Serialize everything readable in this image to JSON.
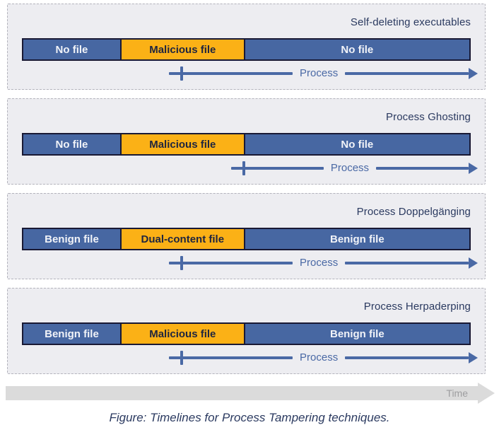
{
  "colors": {
    "panel_bg": "#EDEDF1",
    "panel_border": "#B3B3BC",
    "blue": "#4767A2",
    "orange": "#FBB116",
    "bar_border": "#191934",
    "text_dark": "#2B3A60",
    "arrow_blue": "#4A69A5",
    "time_gray": "#DBDBDB",
    "time_label": "#9E9EA0"
  },
  "panels": [
    {
      "title": "Self-deleting executables",
      "segments": [
        {
          "label": "No file",
          "type": "blue",
          "width_pct": 21.7
        },
        {
          "label": "Malicious file",
          "type": "orange",
          "width_pct": 27.7
        },
        {
          "label": "No file",
          "type": "blue",
          "width_pct": 50.6
        }
      ],
      "process": {
        "label": "Process",
        "line_start_pct": 32.8
      }
    },
    {
      "title": "Process Ghosting",
      "segments": [
        {
          "label": "No file",
          "type": "blue",
          "width_pct": 21.7
        },
        {
          "label": "Malicious file",
          "type": "orange",
          "width_pct": 27.7
        },
        {
          "label": "No file",
          "type": "blue",
          "width_pct": 50.6
        }
      ],
      "process": {
        "label": "Process",
        "line_start_pct": 46.6
      }
    },
    {
      "title": "Process Doppelgänging",
      "segments": [
        {
          "label": "Benign file",
          "type": "blue",
          "width_pct": 21.7
        },
        {
          "label": "Dual-content file",
          "type": "orange",
          "width_pct": 27.7
        },
        {
          "label": "Benign file",
          "type": "blue",
          "width_pct": 50.6
        }
      ],
      "process": {
        "label": "Process",
        "line_start_pct": 32.8
      }
    },
    {
      "title": "Process Herpaderping",
      "segments": [
        {
          "label": "Benign file",
          "type": "blue",
          "width_pct": 21.7
        },
        {
          "label": "Malicious file",
          "type": "orange",
          "width_pct": 27.7
        },
        {
          "label": "Benign file",
          "type": "blue",
          "width_pct": 50.6
        }
      ],
      "process": {
        "label": "Process",
        "line_start_pct": 32.8
      }
    }
  ],
  "footer": {
    "time_label": "Time",
    "caption": "Figure: Timelines for Process Tampering techniques."
  }
}
